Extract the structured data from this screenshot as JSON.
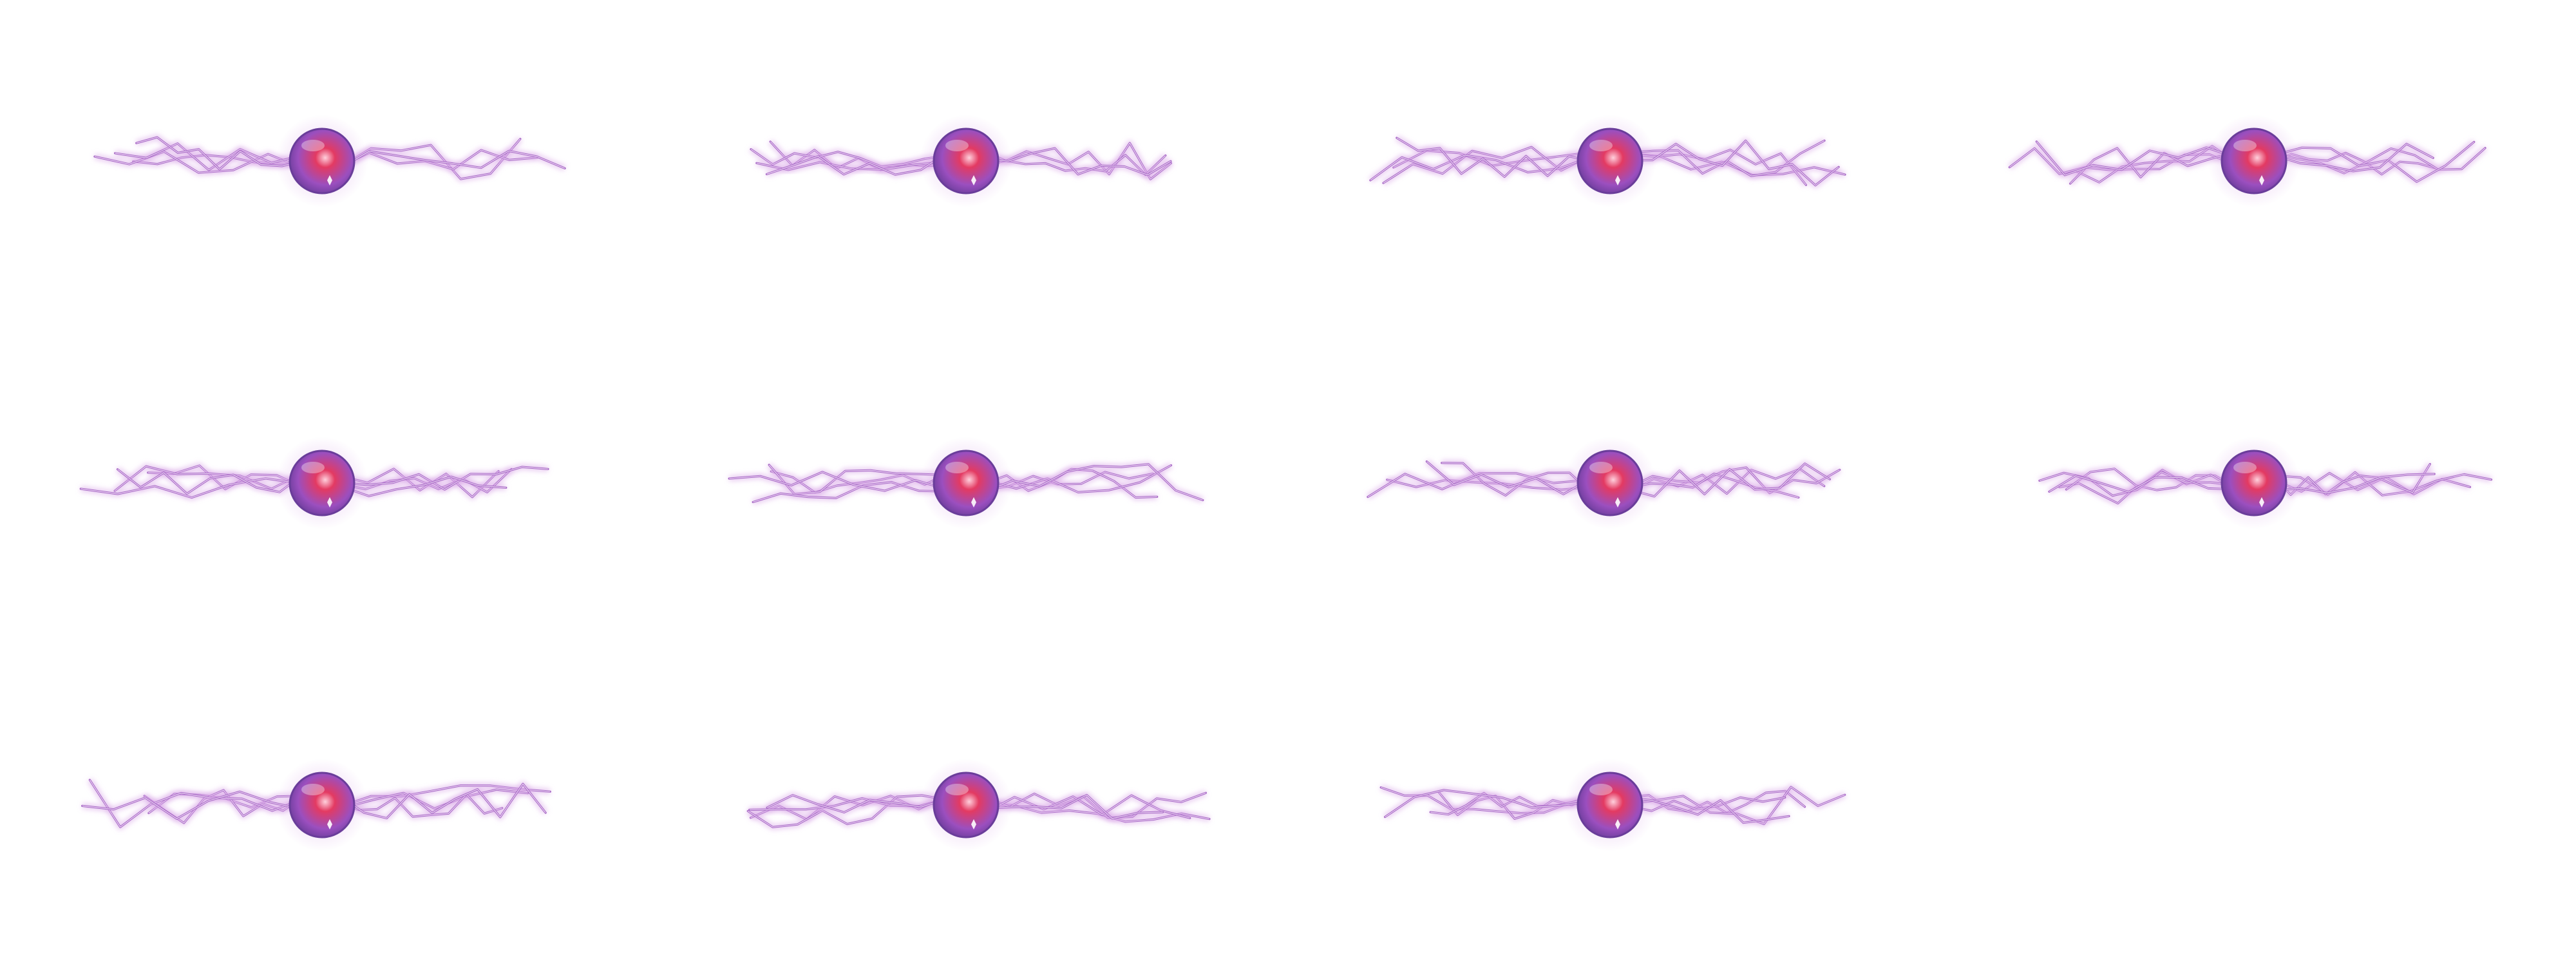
{
  "sprite_sheet": {
    "frame_count": 11,
    "columns": 4,
    "rows": 3,
    "colors": {
      "background": "#ffffff",
      "lightning_glow": "#d9a6e8",
      "lightning_core": "#a566c4",
      "orb_edge": "#6a3d9a",
      "orb_mid": "#9b4fbf",
      "orb_core": "#e33a62",
      "orb_highlight": "#ffd0dc"
    },
    "frames": [
      {
        "seed": 11
      },
      {
        "seed": 23
      },
      {
        "seed": 37
      },
      {
        "seed": 41
      },
      {
        "seed": 53
      },
      {
        "seed": 67
      },
      {
        "seed": 71
      },
      {
        "seed": 89
      },
      {
        "seed": 97
      },
      {
        "seed": 103
      },
      {
        "seed": 127
      }
    ]
  }
}
